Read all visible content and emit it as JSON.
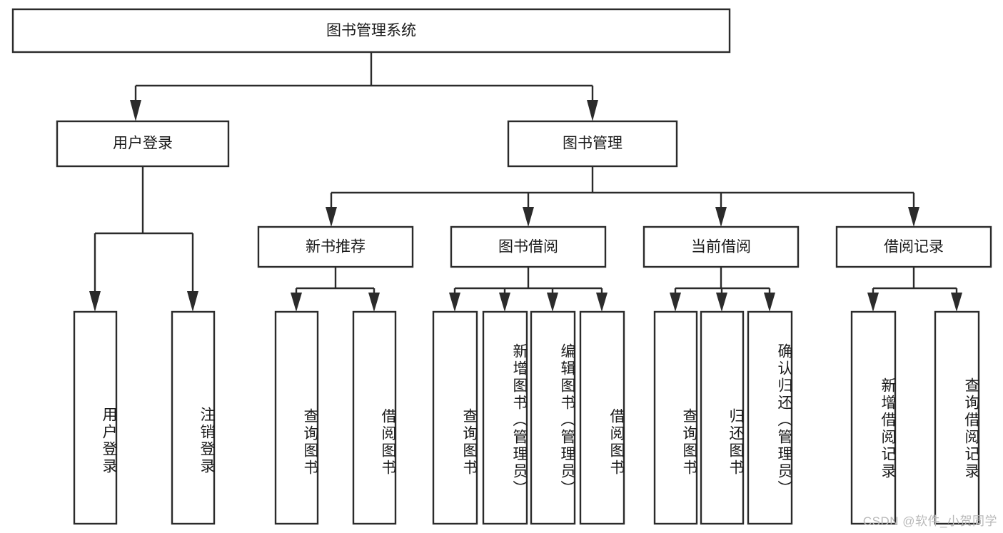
{
  "title": "图书管理系统",
  "watermark": "CSDN @软件_小贺同学",
  "colors": {
    "stroke": "#2b2b2b",
    "box_fill": "#ffffff",
    "text": "#1a1a1a",
    "background": "#ffffff",
    "watermark": "#b9b9b9"
  },
  "chart_data": {
    "type": "diagram",
    "diagram_kind": "tree",
    "orientation": "top-down",
    "title": "图书管理系统",
    "root": "图书管理系统",
    "nodes": [
      {
        "id": "n0",
        "label": "图书管理系统",
        "level": 0,
        "orientation": "horizontal"
      },
      {
        "id": "n1",
        "label": "用户登录",
        "level": 1,
        "orientation": "horizontal"
      },
      {
        "id": "n2",
        "label": "图书管理",
        "level": 1,
        "orientation": "horizontal"
      },
      {
        "id": "n3",
        "label": "新书推荐",
        "level": 2,
        "orientation": "horizontal"
      },
      {
        "id": "n4",
        "label": "图书借阅",
        "level": 2,
        "orientation": "horizontal"
      },
      {
        "id": "n5",
        "label": "当前借阅",
        "level": 2,
        "orientation": "horizontal"
      },
      {
        "id": "n6",
        "label": "借阅记录",
        "level": 2,
        "orientation": "horizontal"
      },
      {
        "id": "l1",
        "label": "用户登录",
        "level": 3,
        "orientation": "vertical"
      },
      {
        "id": "l2",
        "label": "注销登录",
        "level": 3,
        "orientation": "vertical"
      },
      {
        "id": "l3",
        "label": "查询图书",
        "level": 3,
        "orientation": "vertical"
      },
      {
        "id": "l4",
        "label": "借阅图书",
        "level": 3,
        "orientation": "vertical"
      },
      {
        "id": "l5",
        "label": "查询图书",
        "level": 3,
        "orientation": "vertical"
      },
      {
        "id": "l6",
        "label": "新增图书（管理员）",
        "level": 3,
        "orientation": "vertical"
      },
      {
        "id": "l7",
        "label": "编辑图书（管理员）",
        "level": 3,
        "orientation": "vertical"
      },
      {
        "id": "l8",
        "label": "借阅图书",
        "level": 3,
        "orientation": "vertical"
      },
      {
        "id": "l9",
        "label": "查询图书",
        "level": 3,
        "orientation": "vertical"
      },
      {
        "id": "l10",
        "label": "归还图书",
        "level": 3,
        "orientation": "vertical"
      },
      {
        "id": "l11",
        "label": "确认归还（管理员）",
        "level": 3,
        "orientation": "vertical"
      },
      {
        "id": "l12",
        "label": "新增借阅记录",
        "level": 3,
        "orientation": "vertical"
      },
      {
        "id": "l13",
        "label": "查询借阅记录",
        "level": 3,
        "orientation": "vertical"
      }
    ],
    "edges": [
      {
        "from": "n0",
        "to": "n1"
      },
      {
        "from": "n0",
        "to": "n2"
      },
      {
        "from": "n2",
        "to": "n3"
      },
      {
        "from": "n2",
        "to": "n4"
      },
      {
        "from": "n2",
        "to": "n5"
      },
      {
        "from": "n2",
        "to": "n6"
      },
      {
        "from": "n1",
        "to": "l1"
      },
      {
        "from": "n1",
        "to": "l2"
      },
      {
        "from": "n3",
        "to": "l3"
      },
      {
        "from": "n3",
        "to": "l4"
      },
      {
        "from": "n4",
        "to": "l5"
      },
      {
        "from": "n4",
        "to": "l6"
      },
      {
        "from": "n4",
        "to": "l7"
      },
      {
        "from": "n4",
        "to": "l8"
      },
      {
        "from": "n5",
        "to": "l9"
      },
      {
        "from": "n5",
        "to": "l10"
      },
      {
        "from": "n5",
        "to": "l11"
      },
      {
        "from": "n6",
        "to": "l12"
      },
      {
        "from": "n6",
        "to": "l13"
      }
    ]
  },
  "level0": {
    "root_label": "图书管理系统"
  },
  "level1": {
    "user_login_label": "用户登录",
    "book_manage_label": "图书管理"
  },
  "level2": {
    "new_book_label": "新书推荐",
    "book_borrow_label": "图书借阅",
    "current_borrow_label": "当前借阅",
    "borrow_record_label": "借阅记录"
  },
  "leaves": {
    "user_login": "用户登录",
    "user_logout": "注销登录",
    "new_query_book": "查询图书",
    "new_borrow_book": "借阅图书",
    "borrow_query_book": "查询图书",
    "borrow_add_book": "新增图书（管理员）",
    "borrow_edit_book": "编辑图书（管理员）",
    "borrow_borrow_book": "借阅图书",
    "current_query_book": "查询图书",
    "current_return_book": "归还图书",
    "current_confirm_return": "确认归还（管理员）",
    "record_add": "新增借阅记录",
    "record_query": "查询借阅记录"
  }
}
